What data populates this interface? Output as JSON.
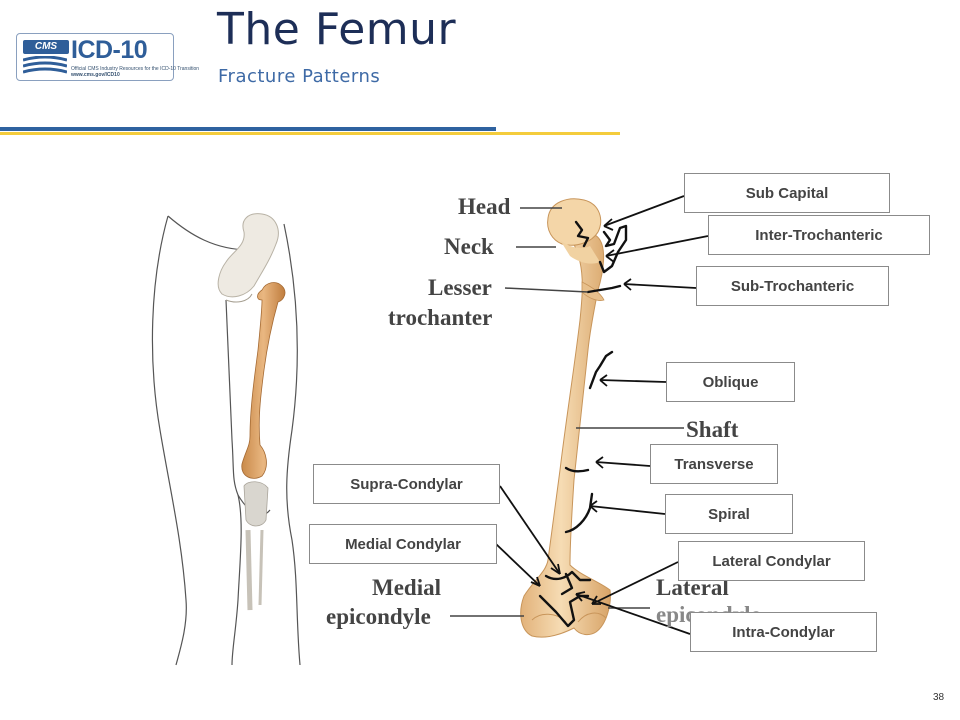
{
  "header": {
    "title": "The Femur",
    "subtitle": "Fracture Patterns"
  },
  "logo": {
    "mark": "ICD-10",
    "badge": "CMS",
    "line1": "Official CMS Industry Resources for the ICD-10 Transition",
    "line2": "www.cms.gov/ICD10"
  },
  "anatomy_labels": {
    "head": "Head",
    "neck": "Neck",
    "lesser_trochanter_1": "Lesser",
    "lesser_trochanter_2": "trochanter",
    "shaft": "Shaft",
    "medial_epicondyle_1": "Medial",
    "medial_epicondyle_2": "epicondyle",
    "lateral_epicondyle_1": "Lateral",
    "lateral_epicondyle_2": "epicondyle"
  },
  "fracture_labels": {
    "sub_capital": "Sub Capital",
    "inter_trochanteric": "Inter-Trochanteric",
    "sub_trochanteric": "Sub-Trochanteric",
    "oblique": "Oblique",
    "transverse": "Transverse",
    "spiral": "Spiral",
    "supra_condylar": "Supra-Condylar",
    "medial_condylar": "Medial Condylar",
    "lateral_condylar": "Lateral Condylar",
    "intra_condylar": "Intra-Condylar"
  },
  "footer": {
    "page_number": "38"
  },
  "colors": {
    "title": "#1d2e57",
    "subtitle": "#3e6aa6",
    "rule_blue": "#2f62a0",
    "rule_yellow": "#f4cc3c",
    "bone": "#efcf9e",
    "bone_shadow": "#d9a96c"
  }
}
